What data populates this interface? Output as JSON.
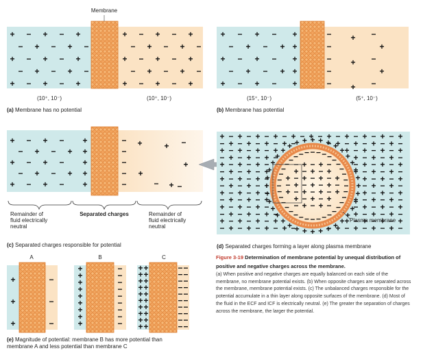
{
  "panel_a": {
    "membrane_label": "Membrane",
    "left_conc": "(10⁺, 10⁻)",
    "right_conc": "(10⁺, 10⁻)",
    "caption_letter": "(a)",
    "caption_text": "Membrane has no potential"
  },
  "panel_b": {
    "left_conc": "(15⁺, 10⁻)",
    "right_conc": "(5⁺, 10⁻)",
    "caption_letter": "(b)",
    "caption_text": "Membrane has potential"
  },
  "panel_c": {
    "left_group": "Remainder of fluid electrically neutral",
    "left_group_lines": [
      "Remainder of",
      "fluid electrically",
      "neutral"
    ],
    "middle_group": "Separated charges",
    "right_group_lines": [
      "Remainder of",
      "fluid electrically",
      "neutral"
    ],
    "caption_letter": "(c)",
    "caption_text": "Separated charges responsible for potential"
  },
  "panel_d": {
    "plasma_label": "Plasma membrane",
    "caption_letter": "(d)",
    "caption_text": "Separated charges forming a layer along plasma membrane"
  },
  "panel_e": {
    "labels": [
      "A",
      "B",
      "C"
    ],
    "caption_letter": "(e)",
    "caption_line1": "Magnitude of potential: membrane B has more potential than",
    "caption_line2": "membrane A and less potential than membrane C"
  },
  "figure_caption": {
    "number": "Figure 3-19",
    "title": "Determination of membrane potential by unequal distribution of positive and negative charges across the membrane.",
    "body": "(a) When positive and negative charges are equally balanced on each side of the membrane, no membrane potential exists. (b) When opposite charges are separated across the membrane, membrane potential exists. (c) The unbalanced charges responsible for the potential accumulate in a thin layer along opposite surfaces of the membrane. (d) Most of the fluid in the ECF and ICF is electrically neutral. (e) The greater the separation of charges across the membrane, the larger the potential."
  },
  "colors": {
    "ecf": "#cfe9ea",
    "icf": "#fbe3c4",
    "membrane": "#f0a15c",
    "membrane_edge": "#d97a2e",
    "figure_number": "#c0392b"
  }
}
